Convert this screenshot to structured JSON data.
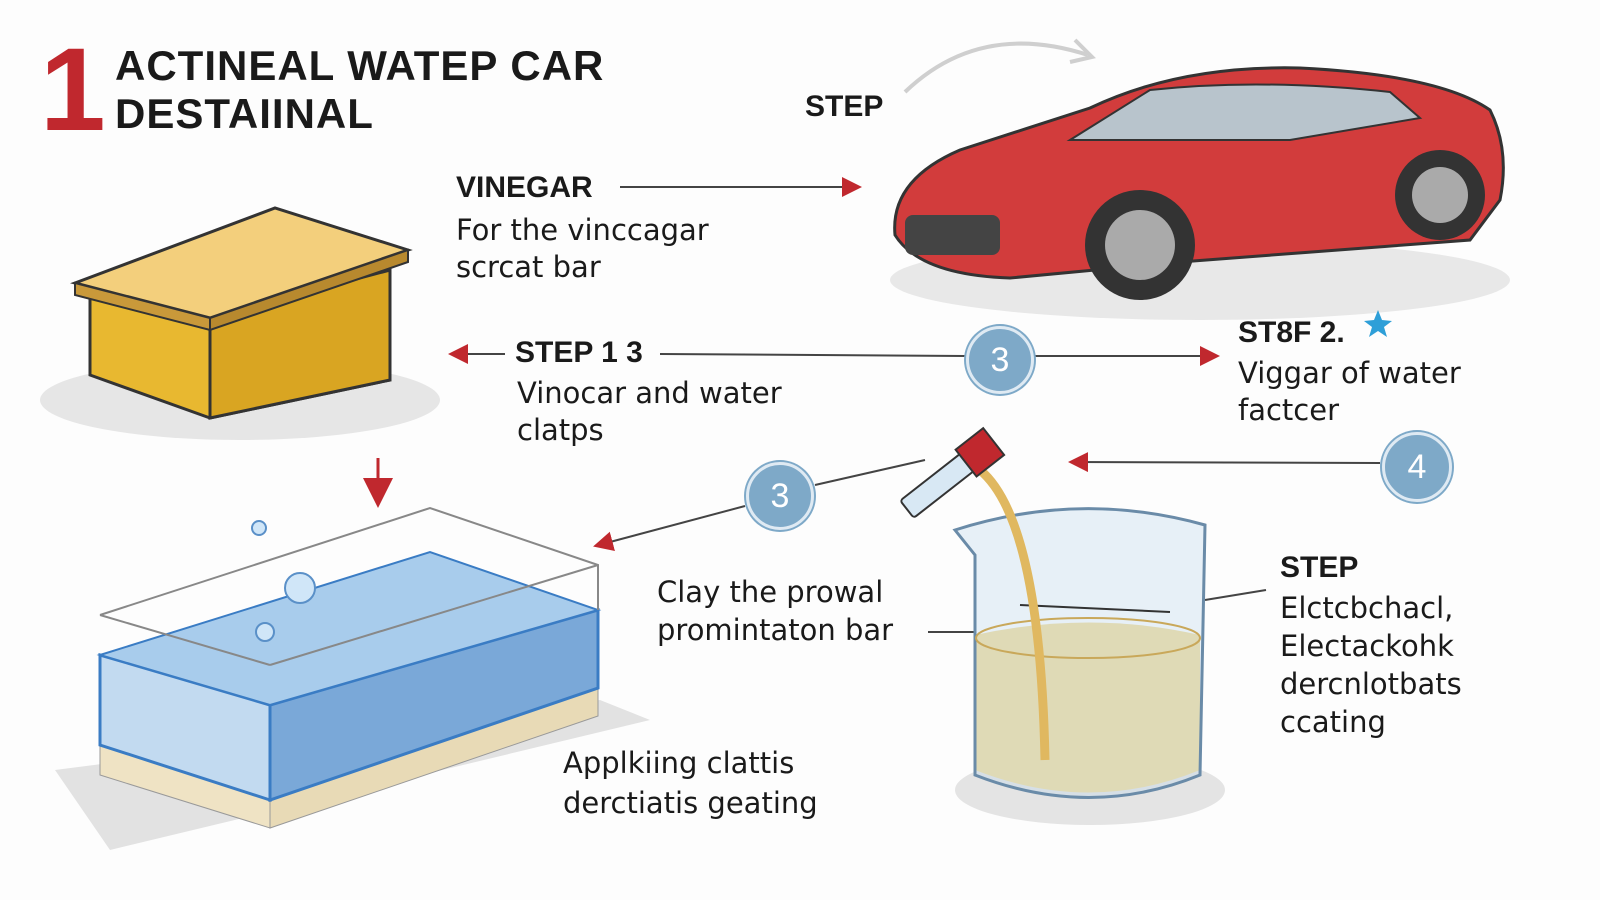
{
  "title": {
    "number": "1",
    "line1": "ACTINEAL WATEP  CAR",
    "line2": "DESTAIINAL"
  },
  "top_step": "STEP",
  "vinegar": {
    "heading": "VINEGAR",
    "line1": "For the vinccagar",
    "line2": "scrcat bar"
  },
  "step13": {
    "heading": "STEP 1  3",
    "line1": "Vinocar and water",
    "line2": "clatps"
  },
  "step2": {
    "heading": "ST8F 2.",
    "line1": "Viggar of water",
    "line2": "factcer"
  },
  "badges": {
    "mid": "3",
    "lower": "3",
    "right": "4"
  },
  "clay": {
    "line1": "Clay the prowal",
    "line2": "promintaton bar"
  },
  "applying": {
    "line1": "Applkiing clattis",
    "line2": "derctiatis geating"
  },
  "step_right": {
    "heading": "STEP",
    "line1": "Elctcbchacl,",
    "line2": "Electackohk",
    "line3": "dercnlotbats",
    "line4": "ccating"
  },
  "colors": {
    "accent": "#c0282e",
    "badge": "#7ea9c8",
    "car": "#d23c3c",
    "sponge": "#f0c040",
    "water": "#8fb8df",
    "liquid": "#f2dc9a",
    "star": "#2e9fd8"
  }
}
